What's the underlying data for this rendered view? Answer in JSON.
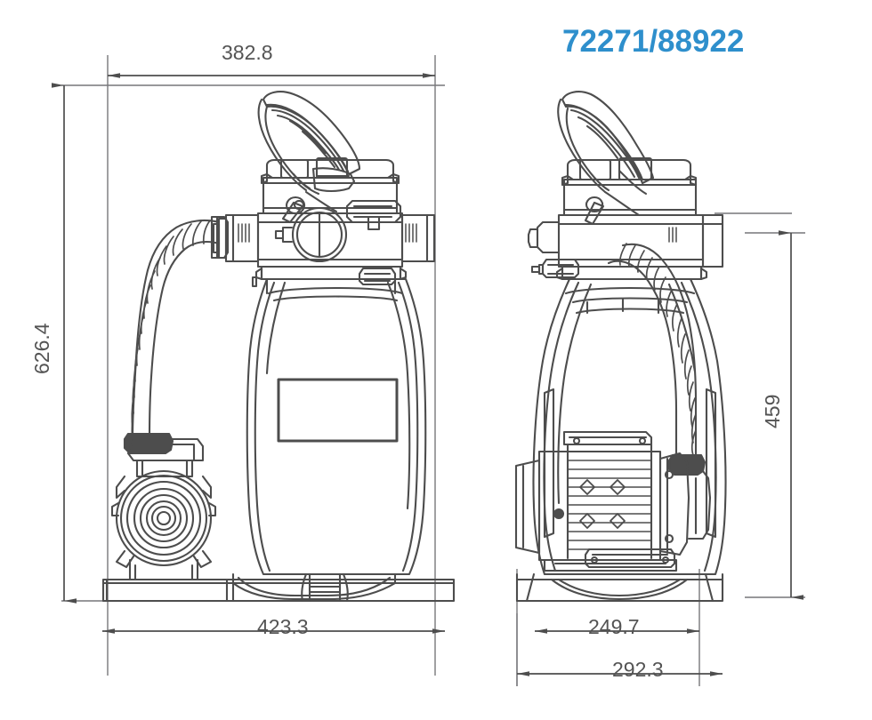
{
  "document": {
    "type": "technical-drawing",
    "part_number": "72271/88922",
    "part_number_color": "#2e8fcc",
    "line_color": "#4d4d4d",
    "text_color": "#545454",
    "background": "#ffffff",
    "units": "mm"
  },
  "views": [
    {
      "id": "front-view",
      "name": "front-view",
      "description": "Front elevation of sand filter pump system",
      "components": [
        {
          "name": "multiport-valve-handle"
        },
        {
          "name": "multiport-valve-head"
        },
        {
          "name": "valve-port-sight-glass"
        },
        {
          "name": "filter-tank-body"
        },
        {
          "name": "tank-label-panel"
        },
        {
          "name": "corrugated-hose"
        },
        {
          "name": "pump-motor"
        },
        {
          "name": "base-stand"
        }
      ]
    },
    {
      "id": "side-view",
      "name": "side-view",
      "description": "Side elevation of sand filter pump system",
      "components": [
        {
          "name": "multiport-valve-handle"
        },
        {
          "name": "multiport-valve-head"
        },
        {
          "name": "filter-tank-body"
        },
        {
          "name": "corrugated-hose"
        },
        {
          "name": "pump-motor-finned"
        },
        {
          "name": "base-stand"
        }
      ]
    }
  ],
  "dimensions": {
    "front_width_top": {
      "label": "382.8",
      "orientation": "horizontal",
      "position": "top"
    },
    "front_height_left": {
      "label": "626.4",
      "orientation": "vertical",
      "position": "left"
    },
    "front_width_bottom": {
      "label": "423.3",
      "orientation": "horizontal",
      "position": "bottom"
    },
    "side_width_inner": {
      "label": "249.7",
      "orientation": "horizontal",
      "position": "bottom"
    },
    "side_width_outer": {
      "label": "292.3",
      "orientation": "horizontal",
      "position": "bottom"
    },
    "side_height_right": {
      "label": "459",
      "orientation": "vertical",
      "position": "right"
    }
  }
}
